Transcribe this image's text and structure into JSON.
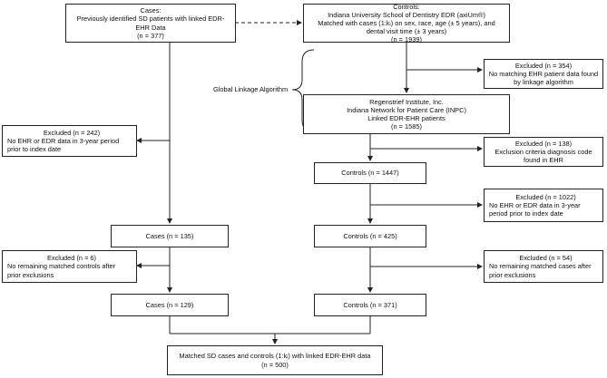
{
  "cases_top": {
    "title": "Cases:",
    "line1": "Previously identified SD patients with linked EDR-",
    "line2": "EHR Data",
    "n": "(n = 377)"
  },
  "controls_top": {
    "title": "Controls:",
    "line1": "Indiana University School of Dentistry EDR (axiUm®)",
    "line2": "Matched with cases (1:kᵢ) on sex, race, age (± 5 years), and",
    "line3": "dental visit time (± 3 years)",
    "n": "(n = 1939)"
  },
  "excluded_354": {
    "title": "Excluded (n = 354)",
    "line1": "No matching EHR patient data found",
    "line2": "by linkage algorithm"
  },
  "linkage_label": "Global Linkage Algorithm",
  "inpc": {
    "line1": "Regenstrief Institute, Inc.",
    "line2": "Indiana Network for Patient Care (INPC)",
    "line3": "Linked EDR-EHR patients",
    "n": "(n = 1585)"
  },
  "excluded_242": {
    "title": "Excluded (n = 242)",
    "line1": "No EHR or EDR data in 3-year period",
    "line2": "prior to index date"
  },
  "excluded_138": {
    "title": "Excluded (n = 138)",
    "line1": "Exclusion criteria diagnosis code",
    "line2": "found in EHR"
  },
  "controls_1447": "Controls (n = 1447)",
  "excluded_1022": {
    "title": "Excluded (n = 1022)",
    "line1": "No EHR or EDR data in 3-year",
    "line2": "period prior to index date"
  },
  "cases_135": "Cases (n = 135)",
  "controls_425": "Controls (n = 425)",
  "excluded_6": {
    "title": "Excluded (n = 6)",
    "line1": "No remaining matched controls after",
    "line2": "prior exclusions"
  },
  "excluded_54": {
    "title": "Excluded (n = 54)",
    "line1": "No remaining matched cases after",
    "line2": "prior exclusions"
  },
  "cases_129": "Cases (n = 129)",
  "controls_371": "Controls (n = 371)",
  "final": {
    "line1": "Matched SD cases and controls (1:kᵢ) with linked EDR-EHR data",
    "n": "(n = 500)"
  }
}
